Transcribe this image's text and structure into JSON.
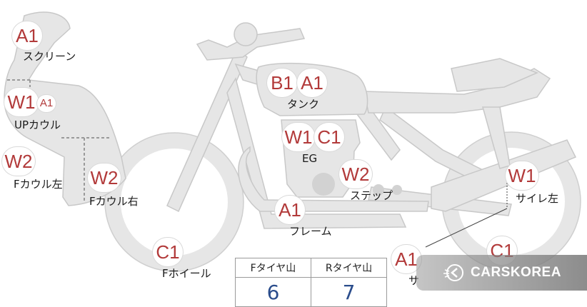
{
  "labels": {
    "screen": "スクリーン",
    "upcowl": "UPカウル",
    "fcowl_left": "Fカウル左",
    "fcowl_right": "Fカウル右",
    "tank": "タンク",
    "eg": "EG",
    "step": "ステップ",
    "frame": "フレーム",
    "fwheel": "Fホイール",
    "silencer_left": "サイレ左",
    "cut_off": "サ"
  },
  "badges": {
    "screen": "A1",
    "upcowl_w": "W1",
    "upcowl_a": "A1",
    "fcowl_left": "W2",
    "fcowl_right": "W2",
    "tank_b": "B1",
    "tank_a": "A1",
    "eg_w": "W1",
    "eg_c": "C1",
    "step": "W2",
    "frame": "A1",
    "fwheel": "C1",
    "silencer": "W1",
    "rear_a": "A1",
    "rear_c": "C1"
  },
  "tread": {
    "front_label": "Fタイヤ山",
    "rear_label": "Rタイヤ山",
    "front_value": "6",
    "rear_value": "7"
  },
  "logo": {
    "text": "CARSKOREA"
  },
  "colors": {
    "body": "#e6e6e6",
    "outline": "#c8c8c8",
    "badge_text": "#b23a3a",
    "value_text": "#2b4d8c"
  }
}
